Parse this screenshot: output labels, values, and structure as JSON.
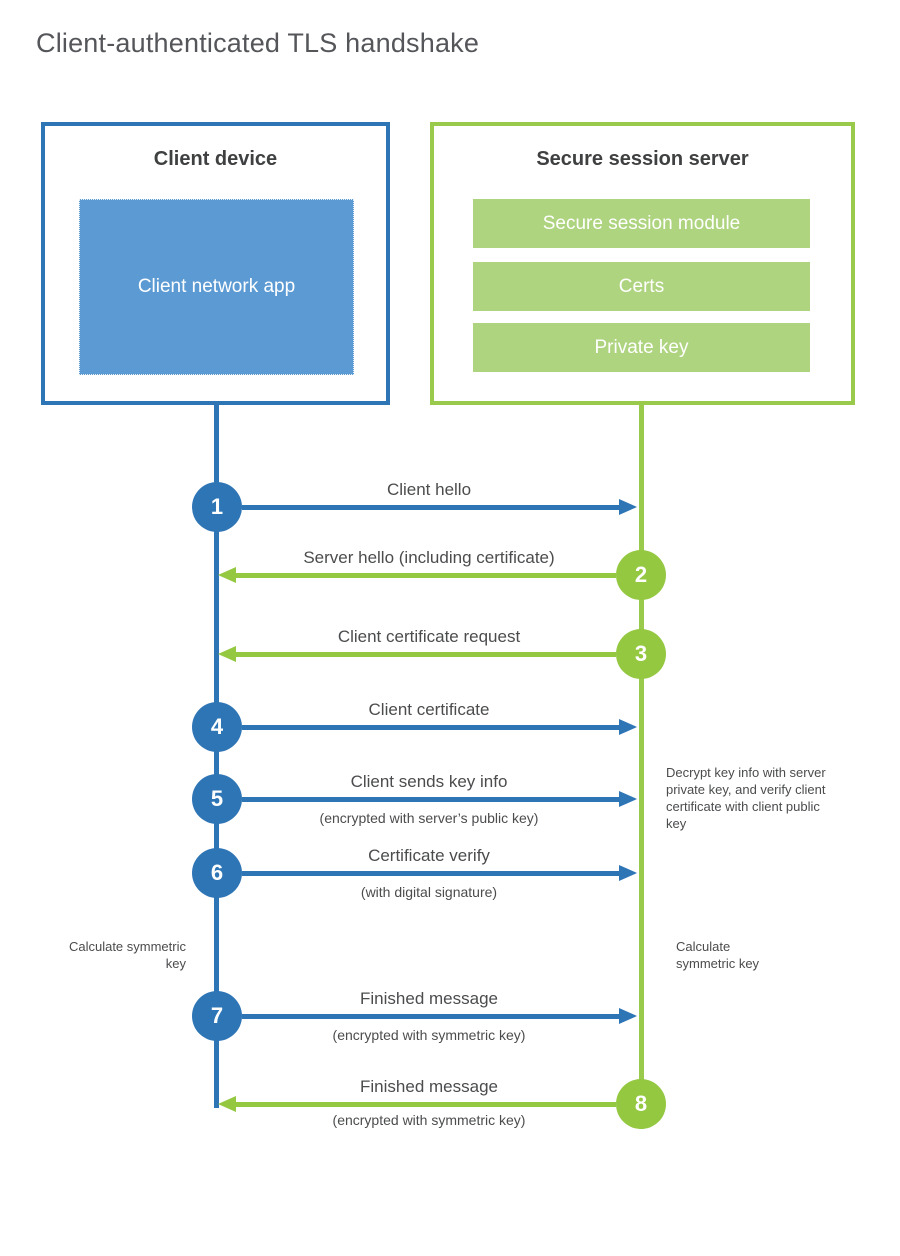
{
  "title": "Client-authenticated TLS handshake",
  "colors": {
    "blue": "#2e75b6",
    "blue_fill": "#5b9ad3",
    "green": "#94c841",
    "green_border": "#9aca4c",
    "green_fill": "#aed47f",
    "heading_text": "#3f4041",
    "label_text": "#4b4c4e",
    "title_text": "#54565a"
  },
  "client": {
    "title": "Client device",
    "app_label": "Client network app"
  },
  "server": {
    "title": "Secure session server",
    "modules": [
      "Secure session module",
      "Certs",
      "Private key"
    ]
  },
  "steps": [
    {
      "num": "1",
      "from": "client",
      "direction": "right",
      "label": "Client hello",
      "sublabel": ""
    },
    {
      "num": "2",
      "from": "server",
      "direction": "left",
      "label": "Server hello (including certificate)",
      "sublabel": ""
    },
    {
      "num": "3",
      "from": "server",
      "direction": "left",
      "label": "Client certificate request",
      "sublabel": ""
    },
    {
      "num": "4",
      "from": "client",
      "direction": "right",
      "label": "Client certificate",
      "sublabel": ""
    },
    {
      "num": "5",
      "from": "client",
      "direction": "right",
      "label": "Client sends key info",
      "sublabel": "(encrypted with server’s public key)"
    },
    {
      "num": "6",
      "from": "client",
      "direction": "right",
      "label": "Certificate verify",
      "sublabel": "(with digital signature)"
    },
    {
      "num": "7",
      "from": "client",
      "direction": "right",
      "label": "Finished message",
      "sublabel": "(encrypted with symmetric key)"
    },
    {
      "num": "8",
      "from": "server",
      "direction": "left",
      "label": "Finished message",
      "sublabel": "(encrypted with symmetric key)"
    }
  ],
  "annotations": {
    "decrypt": "Decrypt key info with server private key, and verify client certificate with client public key",
    "calc_client": "Calculate symmetric key",
    "calc_server": "Calculate symmetric key"
  }
}
